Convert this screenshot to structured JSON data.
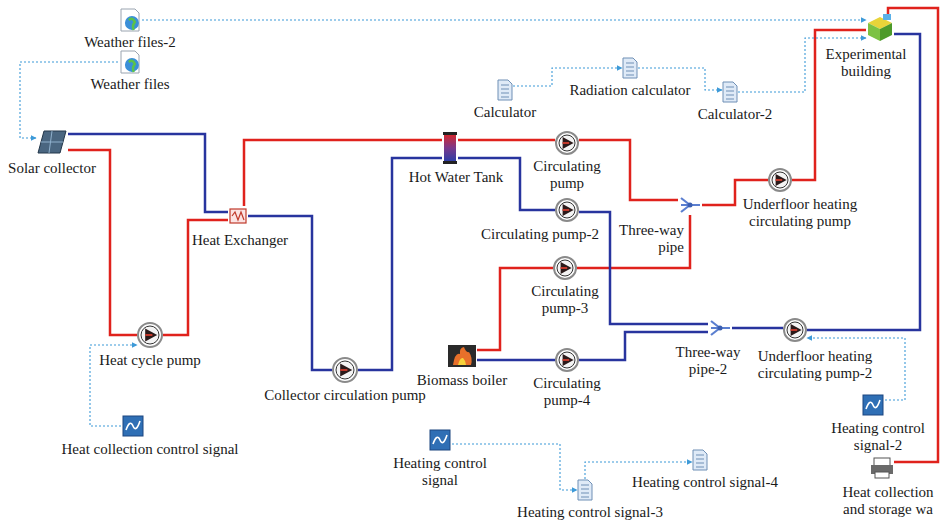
{
  "diagram": {
    "nodes": [
      {
        "text": [
          "Weather files-2"
        ]
      },
      {
        "text": [
          "Weather files"
        ]
      },
      {
        "text": [
          "Calculator"
        ]
      },
      {
        "text": [
          "Radiation calculator"
        ]
      },
      {
        "text": [
          "Calculator-2"
        ]
      },
      {
        "text": [
          "Experimental building"
        ]
      },
      {
        "text": [
          "Solar collector"
        ]
      },
      {
        "text": [
          "Heat Exchanger"
        ]
      },
      {
        "text": [
          "Hot Water Tank"
        ]
      },
      {
        "text": [
          "Circulating pump"
        ]
      },
      {
        "text": [
          "Circulating pump-2"
        ]
      },
      {
        "text": [
          "Three-way pipe"
        ]
      },
      {
        "text": [
          "Underfloor heating circulating pump"
        ]
      },
      {
        "text": [
          "Circulating pump-3"
        ]
      },
      {
        "text": [
          "Heat cycle pump"
        ]
      },
      {
        "text": [
          "Collector circulation pump"
        ]
      },
      {
        "text": [
          "Biomass boiler"
        ]
      },
      {
        "text": [
          "Three-way pipe-2"
        ]
      },
      {
        "text": [
          "Underfloor heating circulating pump-2"
        ]
      },
      {
        "text": [
          "Circulating pump-4"
        ]
      },
      {
        "text": [
          "Heat collection control signal"
        ]
      },
      {
        "text": [
          "Heating control signal"
        ]
      },
      {
        "text": [
          "Heating control signal-3"
        ]
      },
      {
        "text": [
          "Heating control signal-4"
        ]
      },
      {
        "text": [
          "Heating control signal-2"
        ]
      },
      {
        "text": [
          "Heat collection and storage wa"
        ]
      }
    ],
    "edges": [
      {
        "from": 6,
        "to": 7,
        "arrow": "none"
      },
      {
        "from": 6,
        "to": 14,
        "arrow": "none"
      },
      {
        "from": 14,
        "to": 7,
        "arrow": "none"
      },
      {
        "from": 7,
        "to": 8,
        "arrow": "none"
      },
      {
        "from": 7,
        "to": 15,
        "arrow": "none"
      },
      {
        "from": 15,
        "to": 8,
        "arrow": "none"
      },
      {
        "from": 8,
        "to": 9,
        "arrow": "none"
      },
      {
        "from": 8,
        "to": 10,
        "arrow": "none"
      },
      {
        "from": 9,
        "to": 11,
        "arrow": "none"
      },
      {
        "from": 13,
        "to": 11,
        "arrow": "none"
      },
      {
        "from": 11,
        "to": 12,
        "arrow": "none"
      },
      {
        "from": 12,
        "to": 5,
        "arrow": "none"
      },
      {
        "from": 5,
        "to": 18,
        "arrow": "none"
      },
      {
        "from": 18,
        "to": 17,
        "arrow": "none"
      },
      {
        "from": 17,
        "to": 10,
        "arrow": "none"
      },
      {
        "from": 17,
        "to": 19,
        "arrow": "none"
      },
      {
        "from": 19,
        "to": 16,
        "arrow": "none"
      },
      {
        "from": 16,
        "to": 13,
        "arrow": "none"
      },
      {
        "from": 5,
        "to": 25,
        "arrow": "none"
      },
      {
        "from": 1,
        "to": 6,
        "arrow": "to"
      },
      {
        "from": 0,
        "to": 5,
        "arrow": "to"
      },
      {
        "from": 2,
        "to": 3,
        "arrow": "to"
      },
      {
        "from": 3,
        "to": 4,
        "arrow": "to"
      },
      {
        "from": 4,
        "to": 5,
        "arrow": "to"
      },
      {
        "from": 20,
        "to": 14,
        "arrow": "to"
      },
      {
        "from": 21,
        "to": 22,
        "arrow": "to"
      },
      {
        "from": 22,
        "to": 23,
        "arrow": "to"
      },
      {
        "from": 24,
        "to": 18,
        "arrow": "to"
      }
    ]
  }
}
